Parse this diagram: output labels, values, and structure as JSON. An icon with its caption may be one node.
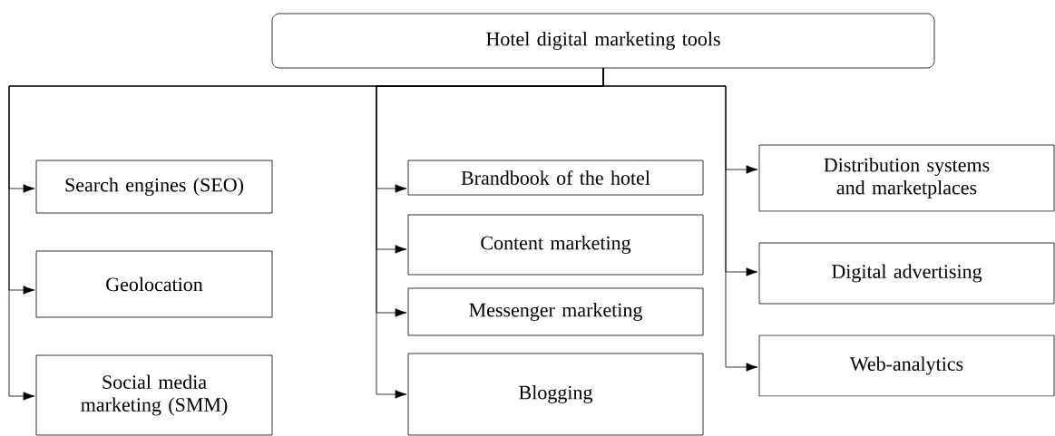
{
  "diagram": {
    "nodes": [
      {
        "text": [
          "Hotel digital marketing tools"
        ]
      },
      {
        "text": [
          "Search engines (SEO)"
        ]
      },
      {
        "text": [
          "Geolocation"
        ]
      },
      {
        "text": [
          "Social media marketing (SMM)"
        ]
      },
      {
        "text": [
          "Brandbook of the hotel"
        ]
      },
      {
        "text": [
          "Content marketing"
        ]
      },
      {
        "text": [
          "Messenger marketing"
        ]
      },
      {
        "text": [
          "Blogging"
        ]
      },
      {
        "text": [
          "Distribution systems and marketplaces"
        ]
      },
      {
        "text": [
          "Digital advertising"
        ]
      },
      {
        "text": [
          "Web-analytics"
        ]
      }
    ],
    "edges": [
      {
        "from": 0,
        "to": 1,
        "arrow": "to"
      },
      {
        "from": 0,
        "to": 2,
        "arrow": "to"
      },
      {
        "from": 0,
        "to": 3,
        "arrow": "to"
      },
      {
        "from": 0,
        "to": 4,
        "arrow": "to"
      },
      {
        "from": 0,
        "to": 5,
        "arrow": "to"
      },
      {
        "from": 0,
        "to": 6,
        "arrow": "to"
      },
      {
        "from": 0,
        "to": 7,
        "arrow": "to"
      },
      {
        "from": 0,
        "to": 8,
        "arrow": "to"
      },
      {
        "from": 0,
        "to": 9,
        "arrow": "to"
      },
      {
        "from": 0,
        "to": 10,
        "arrow": "to"
      }
    ]
  }
}
